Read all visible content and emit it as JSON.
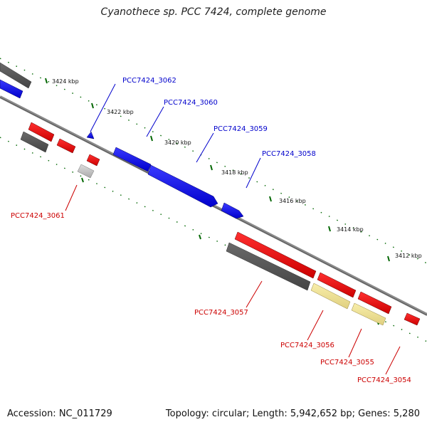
{
  "title": "Cyanothece sp. PCC 7424, complete genome",
  "footer": {
    "accession": "Accession: NC_011729",
    "summary": "Topology: circular; Length: 5,942,652 bp; Genes: 5,280"
  },
  "kbp_labels": [
    "3424 kbp",
    "3422 kbp",
    "3420 kbp",
    "3418 kbp",
    "3416 kbp",
    "3414 kbp",
    "3412 kbp"
  ],
  "gene_labels": {
    "top": [
      "PCC7424_3062",
      "PCC7424_3060",
      "PCC7424_3059",
      "PCC7424_3058"
    ],
    "bottom": [
      "PCC7424_3061",
      "PCC7424_3057",
      "PCC7424_3056",
      "PCC7424_3055",
      "PCC7424_3054"
    ]
  },
  "colors": {
    "forward_gene": "#0000ee",
    "reverse_gene": "#ee0000",
    "rna": "#555555",
    "pseudo": "#bbbbbb",
    "misc": "#eedd88",
    "ticks": "#006600",
    "backbone": "#777777",
    "top_label": "#0000cc",
    "bottom_label": "#cc0000"
  }
}
